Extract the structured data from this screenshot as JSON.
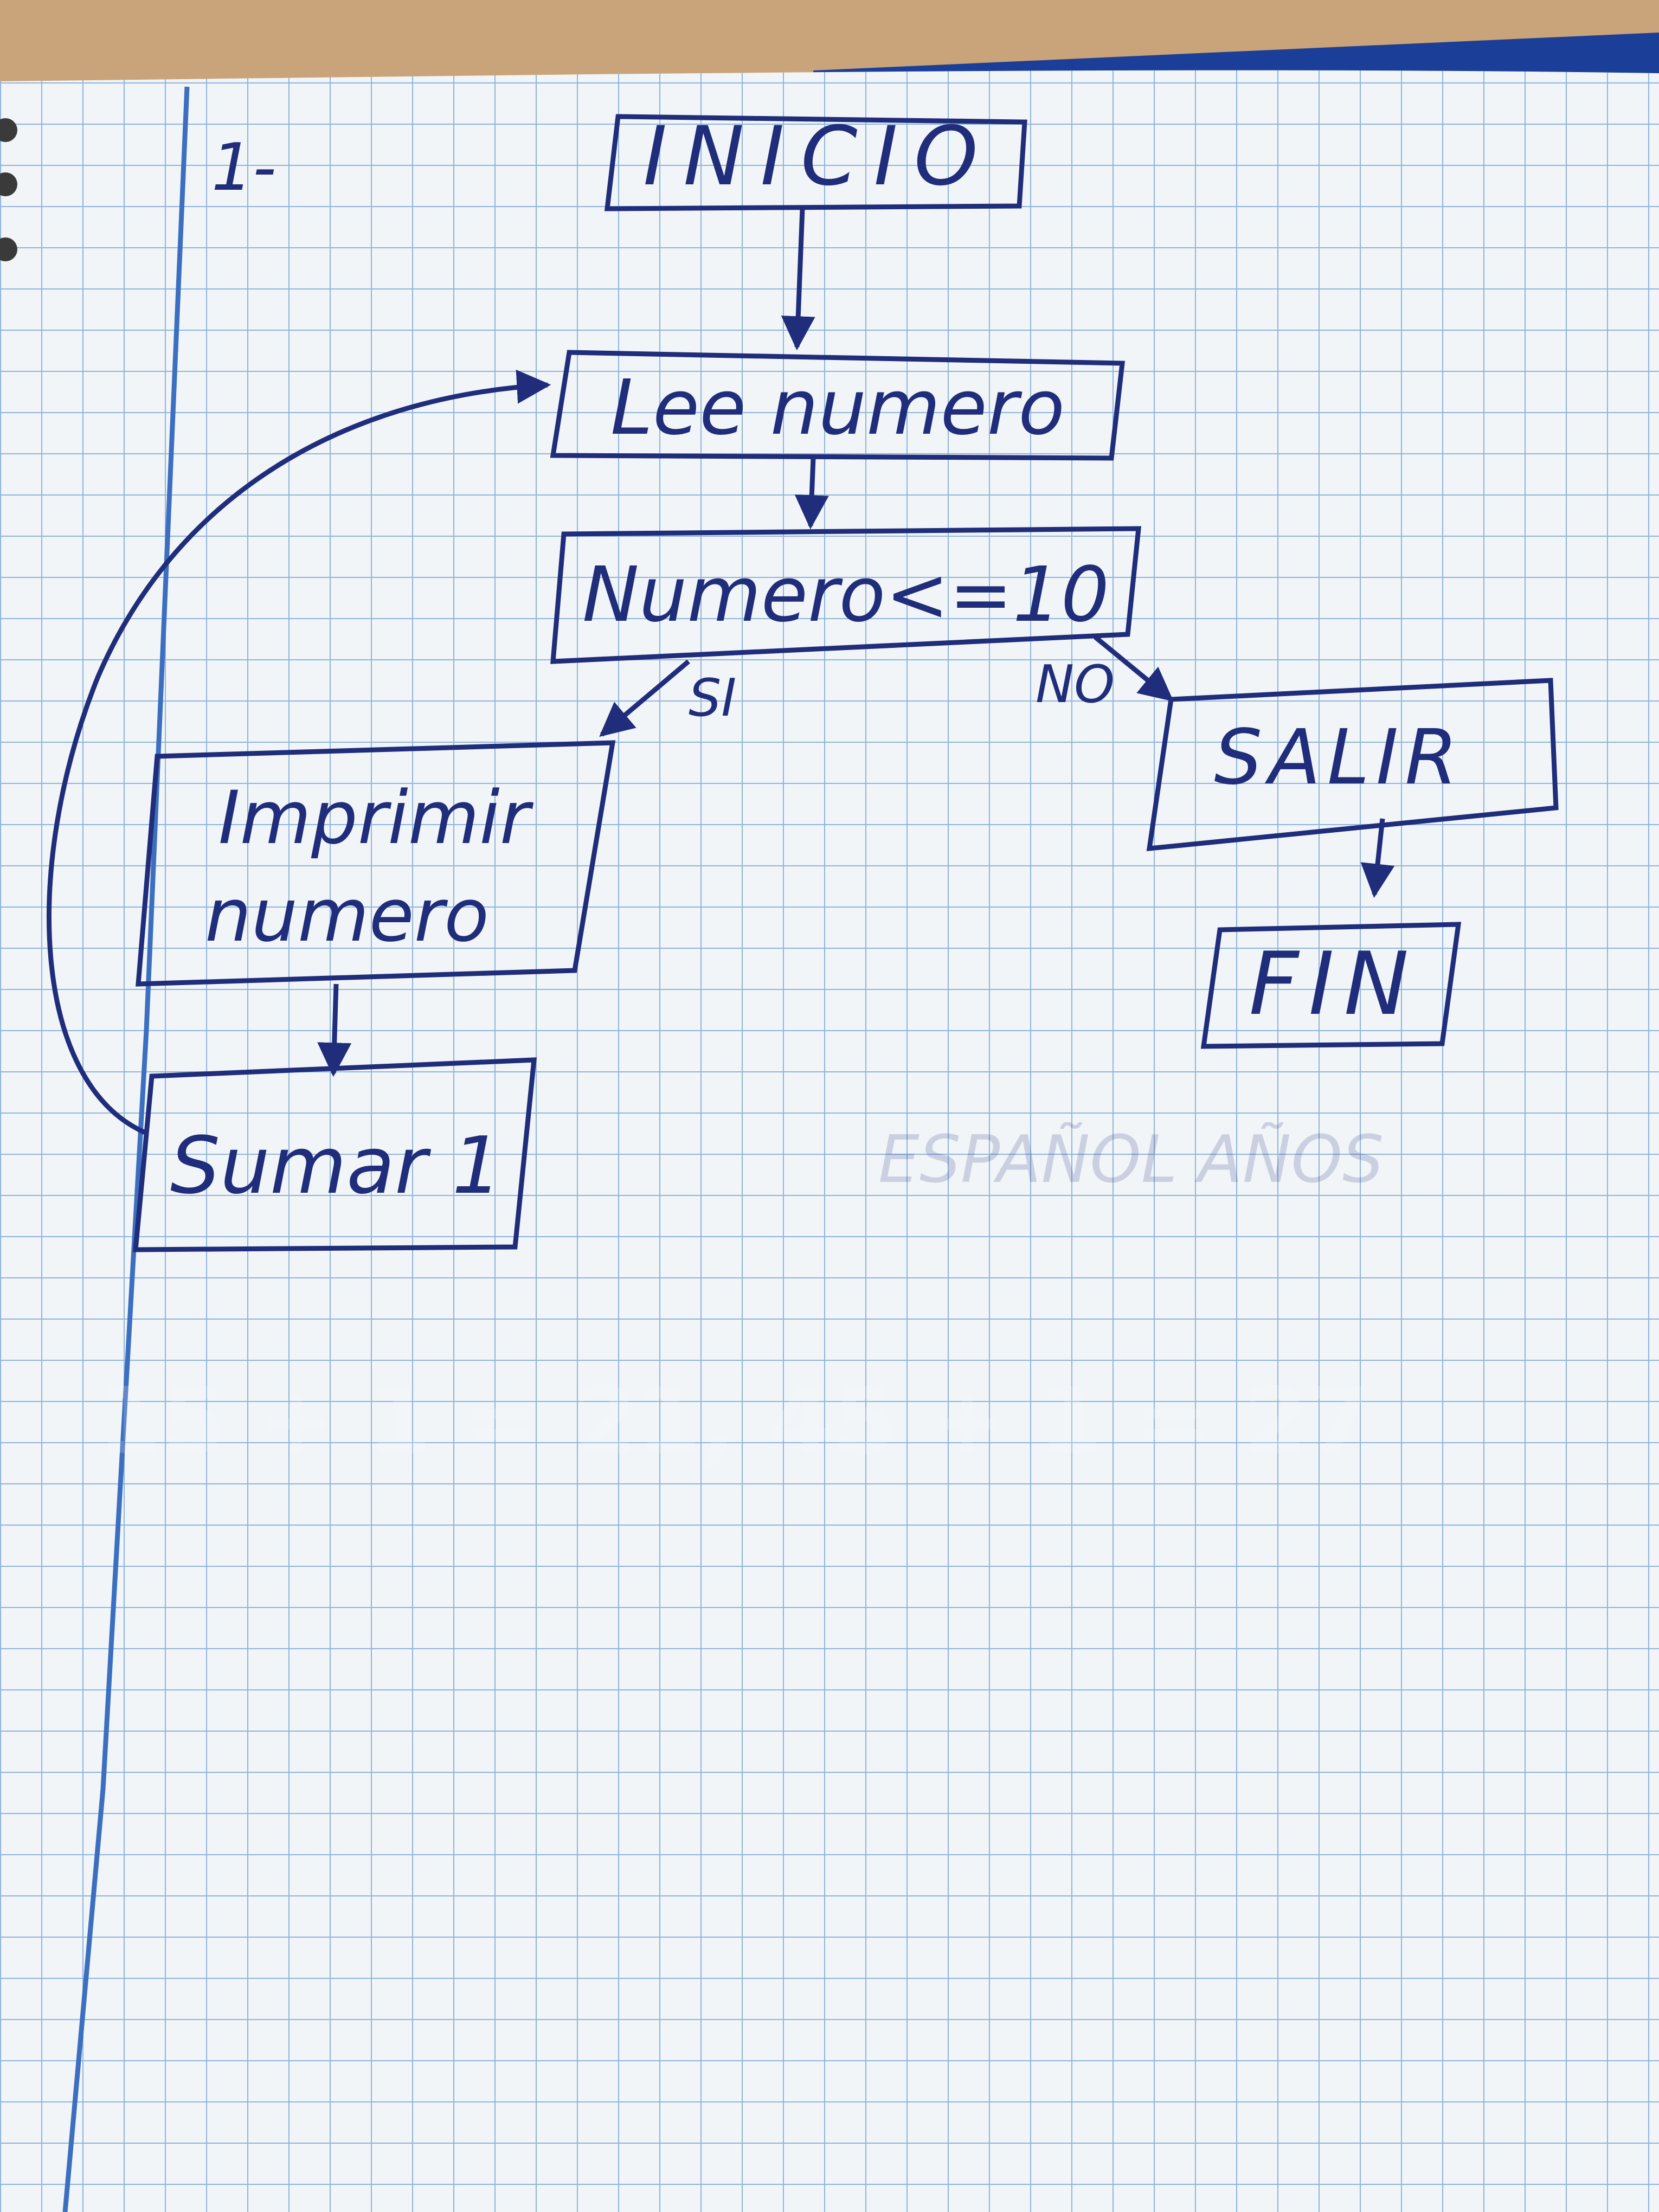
{
  "page_number": "1-",
  "flowchart": {
    "start": "INICIO",
    "read": "Lee numero",
    "condition": "Numero<=10",
    "yes_label": "SI",
    "no_label": "NO",
    "print_line1": "Imprimir",
    "print_line2": "numero",
    "increment": "Sumar 1",
    "exit": "SALIR",
    "end": "FIN"
  },
  "ghost_text": {
    "line1": "ESPAÑOL AÑOS",
    "line2": "15 + 1 = 21, 45 + 1 = 27"
  },
  "colors": {
    "ink": "#1f2d7a",
    "grid": "#8fb4dc",
    "paper": "#f1f5f8",
    "margin_line": "#3c6fc0",
    "desk": "#c9a47a",
    "cover": "#1b3f99"
  }
}
